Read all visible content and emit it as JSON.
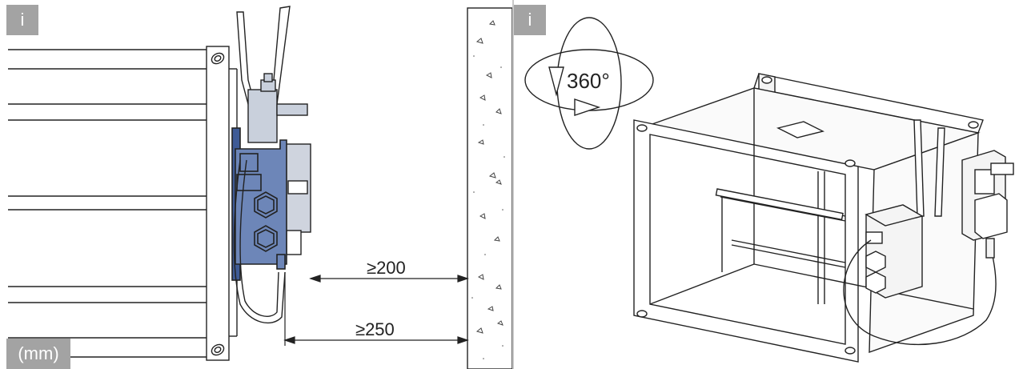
{
  "left_panel": {
    "info_badge": "i",
    "unit_label": "(mm)",
    "dim_upper": "≥200",
    "dim_lower": "≥250"
  },
  "right_panel": {
    "info_badge": "i",
    "rotation_label": "360°"
  },
  "colors": {
    "actuator_blue": "#6d86b8",
    "actuator_dark": "#3f5b96",
    "badge_gray": "#a3a3a3",
    "bracket_gray": "#c9d0dc"
  }
}
